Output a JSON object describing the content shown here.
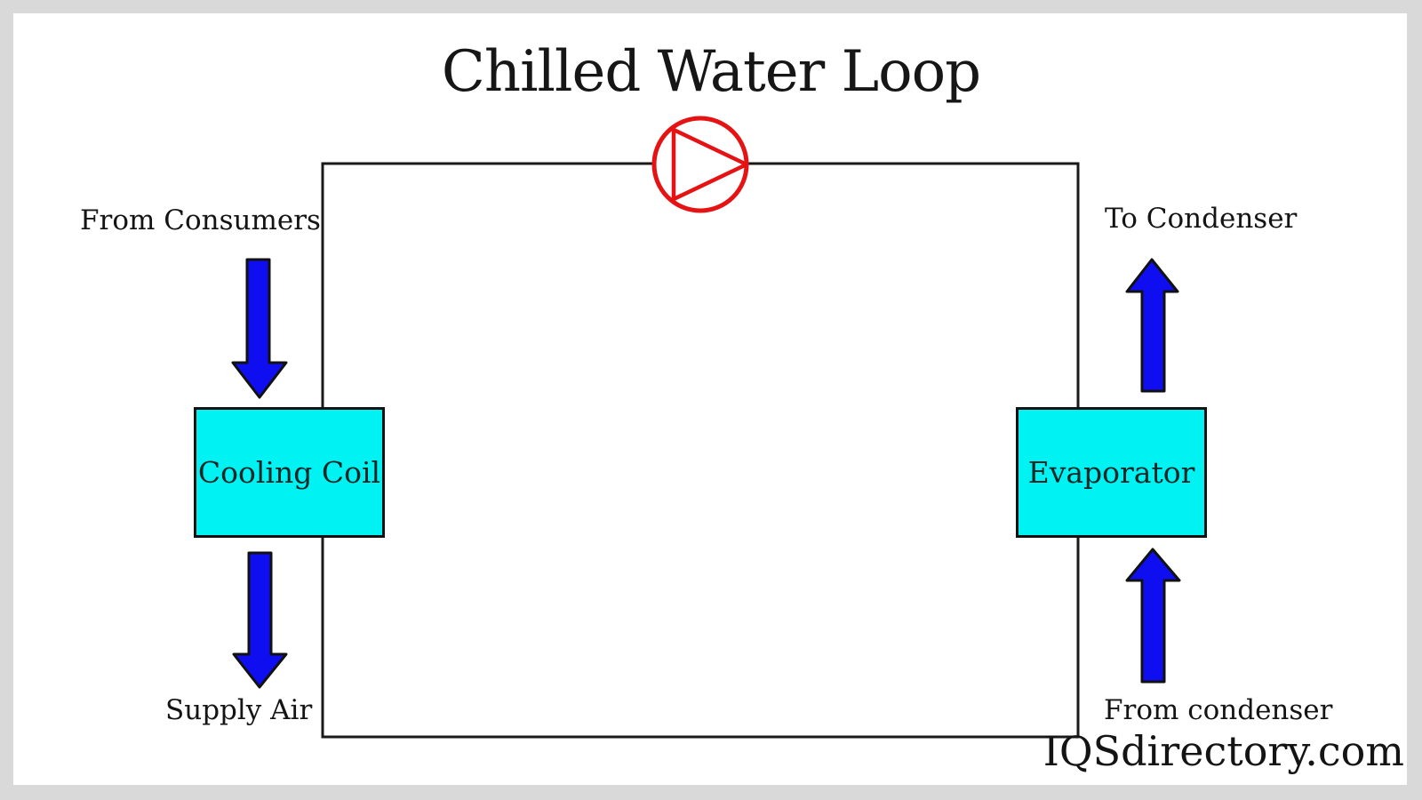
{
  "title": "Chilled Water Loop",
  "labels": {
    "from_consumers": "From Consumers",
    "to_condenser": "To Condenser",
    "supply_air": "Supply Air",
    "from_condenser": "From condenser"
  },
  "components": {
    "cooling_coil": "Cooling Coil",
    "evaporator": "Evaporator"
  },
  "icons": {
    "pump": "circle with inscribed right-pointing triangle (centrifugal pump symbol)",
    "flow_arrows": "thick block arrows showing water/air flow direction"
  },
  "watermark": "IQSdirectory.com",
  "colors": {
    "frame": "#D9D9D9",
    "canvas": "#FFFFFF",
    "pipe_line": "#1A1A1A",
    "pump_stroke": "#E51313",
    "arrow_fill": "#0E0EF0",
    "arrow_stroke": "#111111",
    "box_fill": "#00F2F2",
    "box_text": "#0D2626",
    "text": "#141414"
  }
}
